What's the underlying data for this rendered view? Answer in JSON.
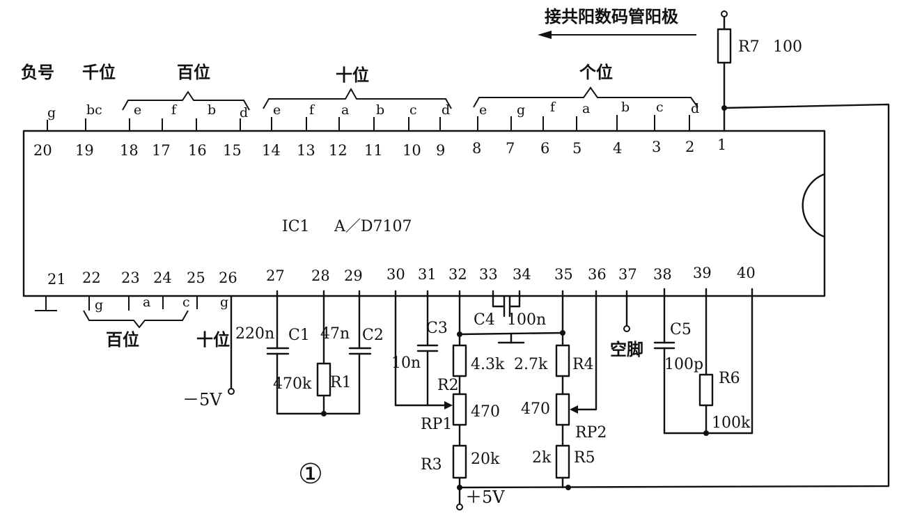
{
  "ic": {
    "name": "IC1",
    "part": "A／D7107"
  },
  "top_pins": [
    "20",
    "19",
    "18",
    "17",
    "16",
    "15",
    "14",
    "13",
    "12",
    "11",
    "10",
    "9",
    "8",
    "7",
    "6",
    "5",
    "4",
    "3",
    "2",
    "1"
  ],
  "bottom_pins": [
    "21",
    "22",
    "23",
    "24",
    "25",
    "26",
    "27",
    "28",
    "29",
    "30",
    "31",
    "32",
    "33",
    "34",
    "35",
    "36",
    "37",
    "38",
    "39",
    "40"
  ],
  "top_segments": [
    "g",
    "bc",
    "e",
    "f",
    "b",
    "d",
    "e",
    "f",
    "a",
    "b",
    "c",
    "d",
    "e",
    "g",
    "f",
    "a",
    "b",
    "c",
    "d"
  ],
  "bottom_segments": [
    "g",
    "a",
    "c",
    "g"
  ],
  "groups": {
    "sign": "负号",
    "thousands": "千位",
    "hundreds": "百位",
    "tens": "十位",
    "units": "个位",
    "hundreds_bottom": "百位",
    "tens_bottom": "十位"
  },
  "note_common_anode": "接共阳数码管阳极",
  "components": {
    "R7": "R7",
    "R7_val": "100",
    "C1": "C1",
    "C1_val": "220n",
    "C2": "C2",
    "C2_val": "47n",
    "R1": "R1",
    "R1_val": "470k",
    "C3": "C3",
    "C3_val": "10n",
    "C4": "C4",
    "C4_val": "100n",
    "R2": "R2",
    "R2_val": "4.3k",
    "R4": "R4",
    "R4_val": "2.7k",
    "RP1": "RP1",
    "RP1_val": "470",
    "RP2": "RP2",
    "RP2_val": "470",
    "R3": "R3",
    "R3_val": "20k",
    "R5": "R5",
    "R5_val": "2k",
    "C5": "C5",
    "C5_val": "100p",
    "R6": "R6",
    "R6_val": "100k"
  },
  "nc_label": "空脚",
  "neg_supply": "－5V",
  "pos_supply": "＋5V",
  "figure_number": "①"
}
